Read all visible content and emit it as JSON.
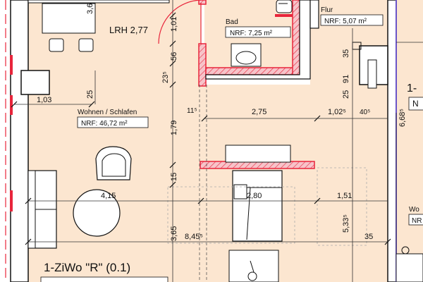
{
  "colors": {
    "floor": "#fce6d0",
    "wall": "#ffffff",
    "wall_red": "#e8253b",
    "hatch_pink": "#f3a3ac",
    "dim_line": "#333333",
    "right_unit_blue": "#6a55c8"
  },
  "rooms": {
    "room_height": "LRH 2,77",
    "bad_name": "Bad",
    "bad_area": "NRF: 7,25 m²",
    "flur_name": "Flur",
    "flur_area": "NRF: 5,07 m²",
    "wohnen_name": "Wohnen / Schlafen",
    "wohnen_area": "NRF:   46,72 m²",
    "unit_title": "1-ZiWo \"R\" (0.1)",
    "right_unit_partial": "1-",
    "right_unit_partial_box": "N",
    "right_unit_wo": "Wo",
    "right_unit_nr": "NR"
  },
  "dims": {
    "d_3_6": "3,6",
    "d_1_01": "1,01",
    "d_56": "56",
    "d_23_5": "23⁵",
    "d_25_left": "25",
    "d_1_03": "1,03",
    "d_1_79": "1,79",
    "d_15": "15",
    "d_11_5": "11⁵",
    "d_2_75": "2,75",
    "d_1_02_5": "1,02⁵",
    "d_40_5": "40⁵",
    "d_35_top": "35",
    "d_91": "91",
    "d_25_right": "25",
    "d_6_68_5": "6,68⁵",
    "d_4_15": "4,15",
    "d_2_80": "2,80",
    "d_1_51": "1,51",
    "d_5_33_5": "5,33⁵",
    "d_3_65": "3,65",
    "d_8_45_5": "8,45⁵",
    "d_35_bottom": "35"
  }
}
